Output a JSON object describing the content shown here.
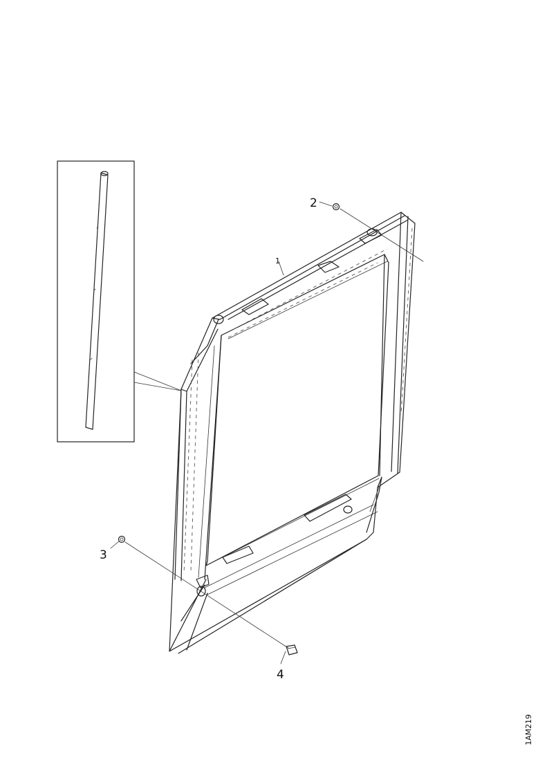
{
  "callouts": {
    "c1": "1",
    "c2": "2",
    "c3": "3",
    "c4": "4"
  },
  "figure_id": "1AM219"
}
